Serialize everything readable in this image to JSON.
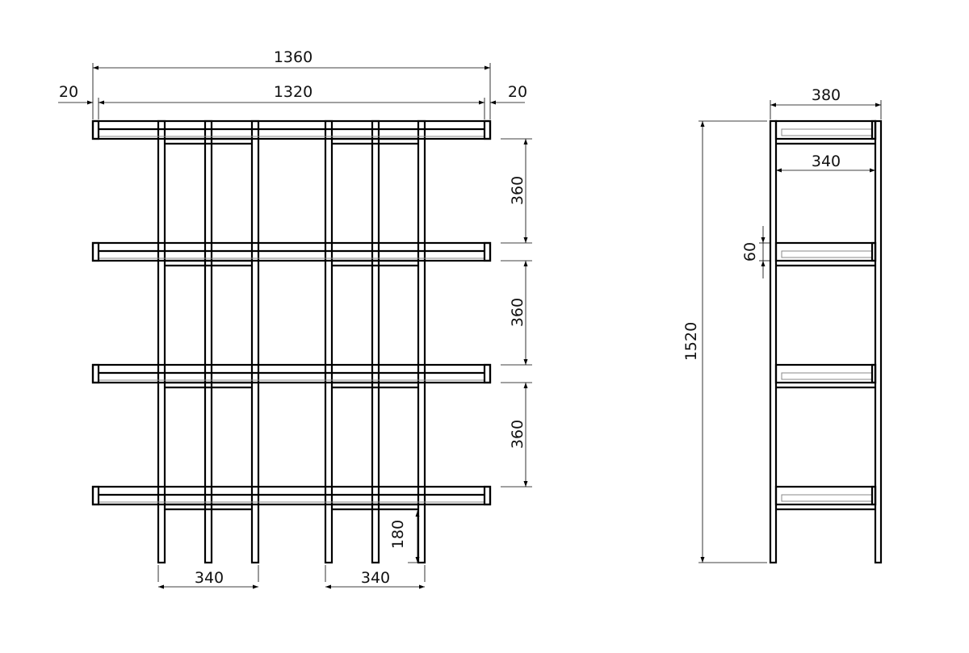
{
  "drawing": {
    "front_view": {
      "overall_width": "1360",
      "inner_width": "1320",
      "left_overhang": "20",
      "right_overhang": "20",
      "shelf_spacings": [
        "360",
        "360",
        "360"
      ],
      "leg_height": "180",
      "bay_widths": [
        "340",
        "340"
      ]
    },
    "side_view": {
      "overall_depth": "380",
      "inner_depth": "340",
      "shelf_height": "60",
      "overall_height": "1520"
    }
  }
}
